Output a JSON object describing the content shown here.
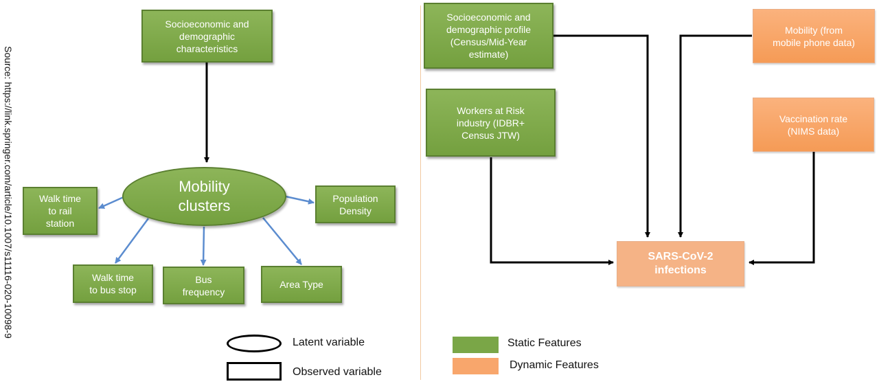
{
  "source_note": "Source: https://link.springer.com/article/10.1007/s11116-020-10098-9",
  "left": {
    "top_box": "Socioeconomic and\ndemographic\ncharacteristics",
    "latent": "Mobility\nclusters",
    "walk_rail": "Walk time\nto rail\nstation",
    "population_density": "Population\nDensity",
    "walk_bus": "Walk time\nto bus stop",
    "bus_frequency": "Bus\nfrequency",
    "area_type": "Area Type"
  },
  "right": {
    "socio_profile": "Socioeconomic and\ndemographic profile\n(Census/Mid-Year\nestimate)",
    "workers": "Workers at Risk\nindustry (IDBR+\nCensus JTW)",
    "mobility": "Mobility (from\nmobile phone data)",
    "vaccination": "Vaccination rate\n(NIMS data)",
    "target": "SARS-CoV-2\ninfections"
  },
  "legend": {
    "latent": "Latent variable",
    "observed": "Observed variable",
    "static": "Static Features",
    "dynamic": "Dynamic Features"
  },
  "colors": {
    "static_green": "#7aa647",
    "dynamic_orange": "#f8a66c",
    "target_orange": "#f5b386",
    "link_blue": "#5b8ccf",
    "arrow_black": "#000000"
  }
}
